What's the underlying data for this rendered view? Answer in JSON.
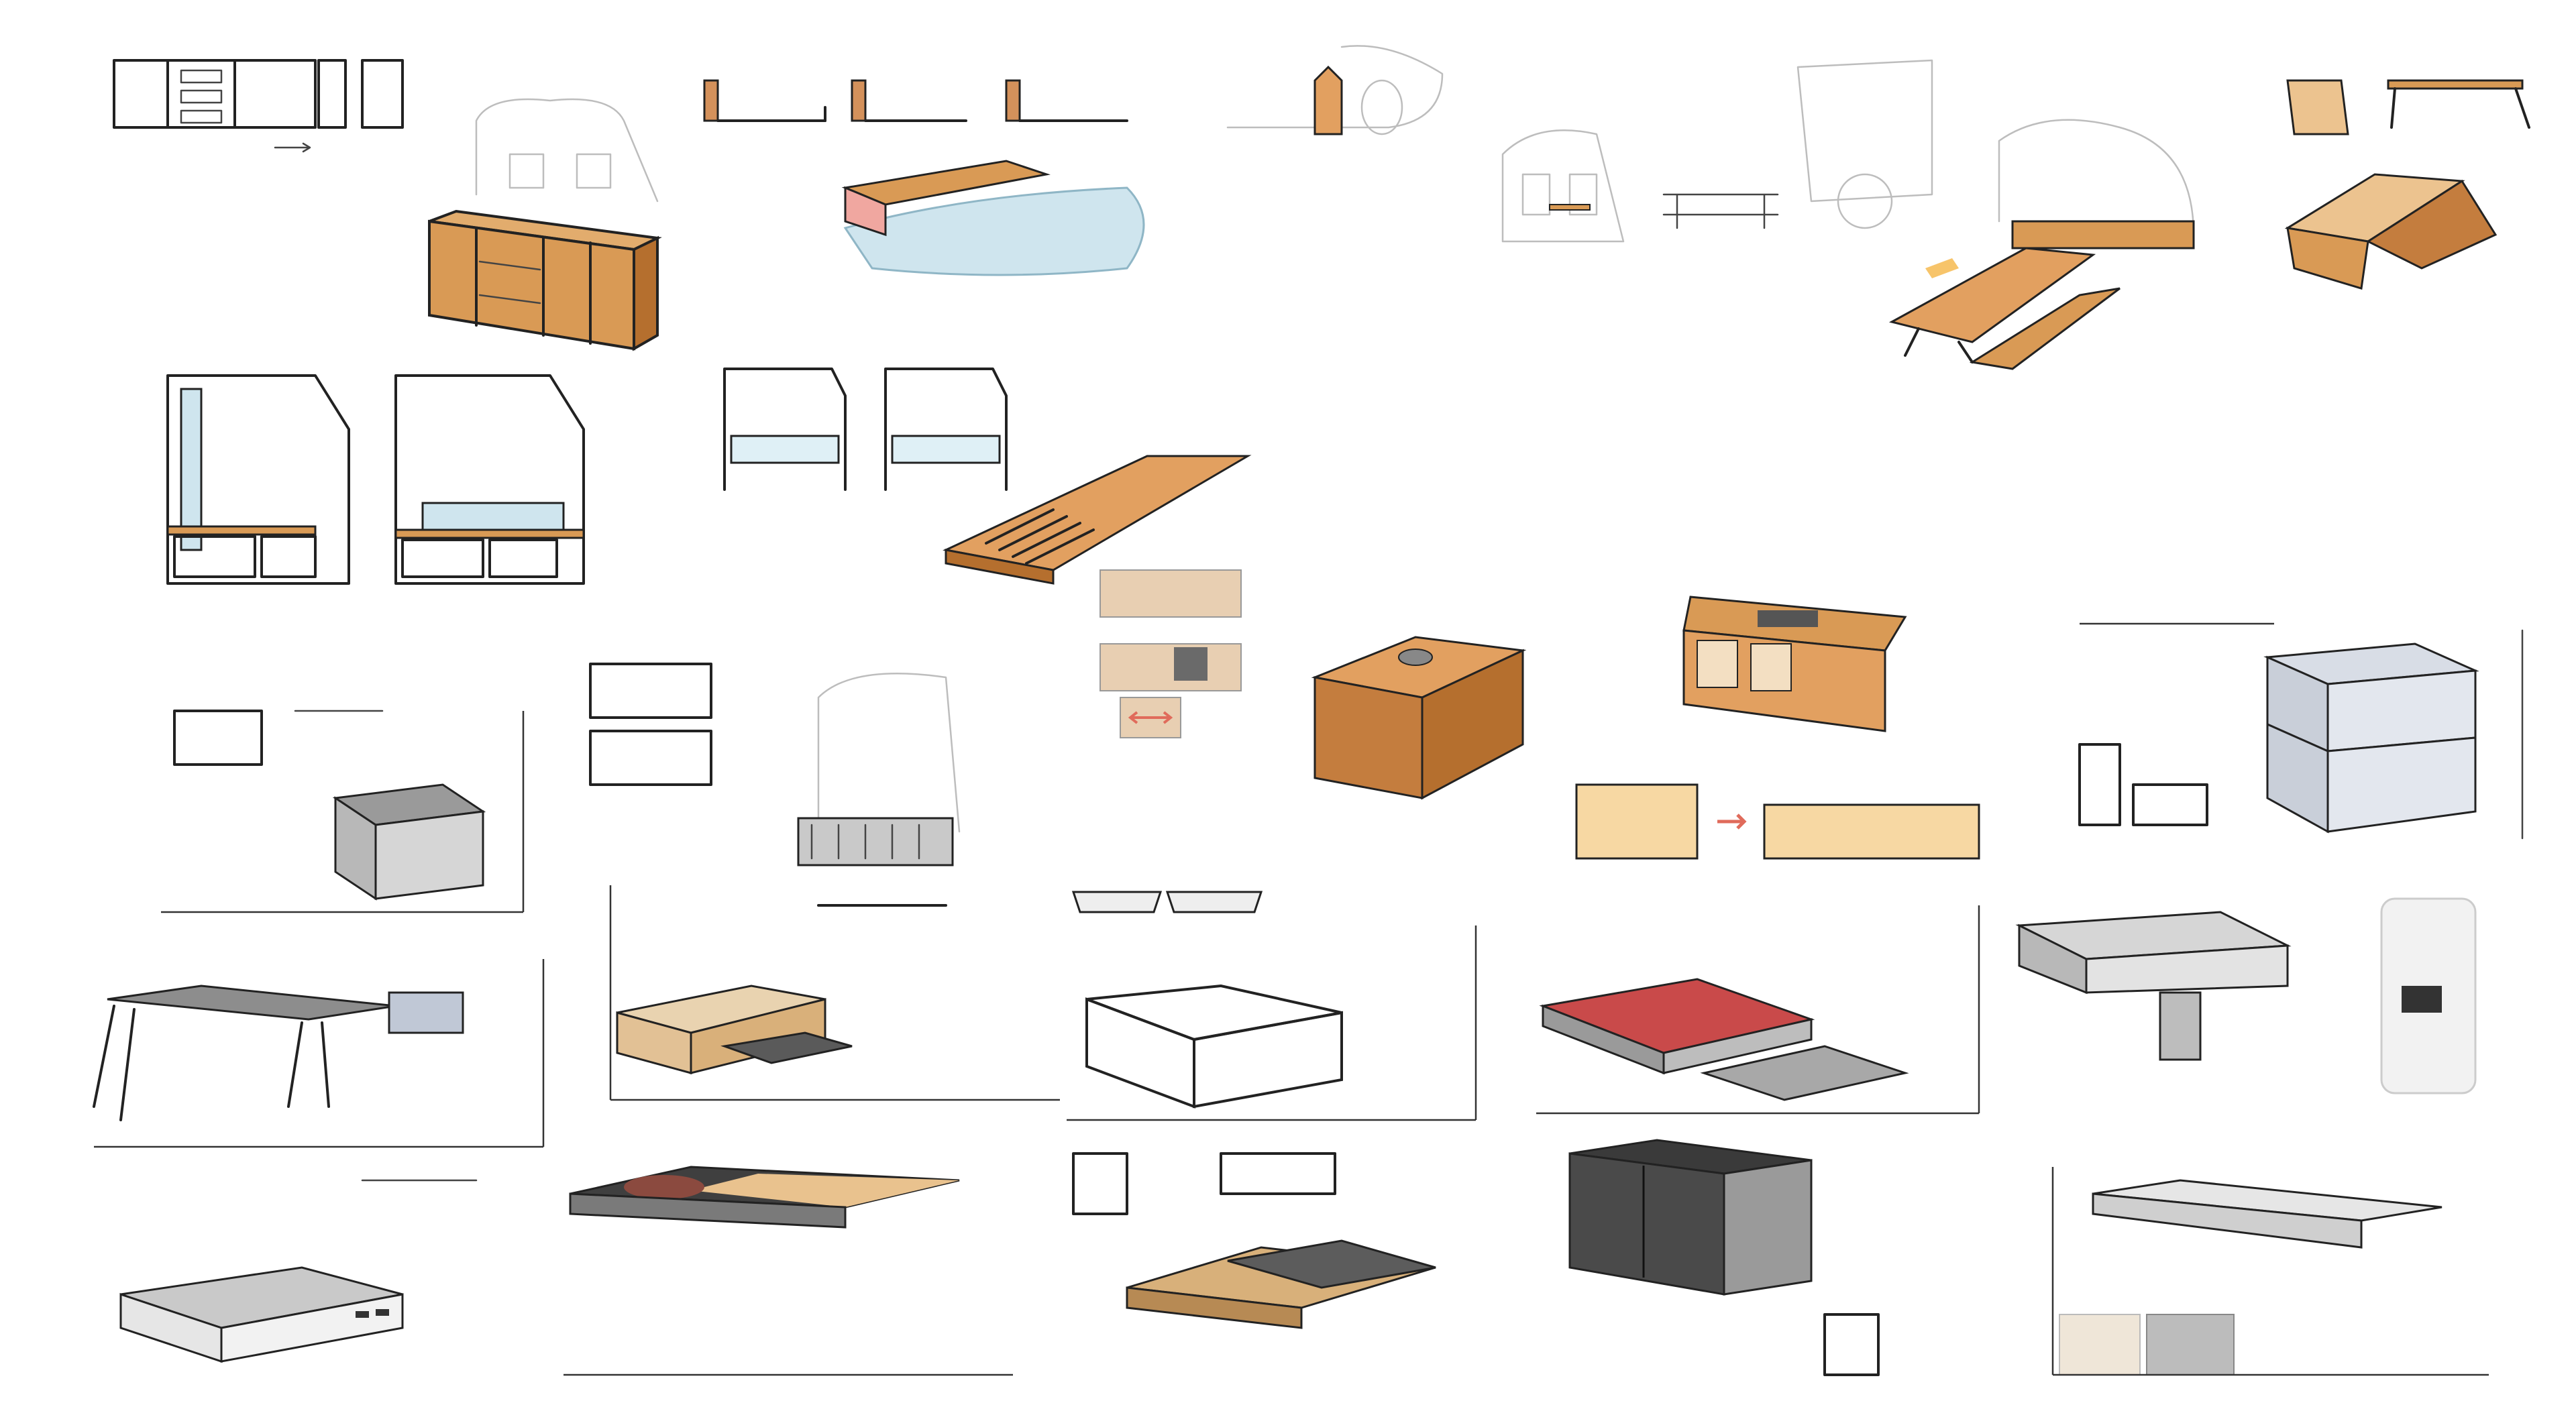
{
  "board": {
    "background": "#ffffff",
    "colors": {
      "line": "#222222",
      "ghost": "#bdbdbd",
      "wood": "#d99a55",
      "wood_dark": "#b56f2e",
      "wood_light": "#ecc38f",
      "plywood": "#e9d3b0",
      "mattress": "#cfe5ee",
      "metal": "#c9c9c9",
      "metal_dark": "#7a7a7a",
      "accent_red": "#c94a4a",
      "accent_blue": "#3d63b5",
      "arrow_pink": "#f1a899",
      "dark_cabinet": "#4a4a4a"
    },
    "sketches": [
      "cabinet-elevation-sketch",
      "van-sideboard-sketch",
      "bed-board-sketch",
      "van-rear-table-sketch",
      "picnic-table-sketch",
      "folding-table-sketch",
      "van-cross-section-sketch",
      "slatted-board-sketch",
      "sink-cooktop-sketch",
      "kitchen-island-sketch",
      "drawer-module-sketch",
      "storage-box-sketch",
      "slide-out-kitchen-sketch",
      "tray-drawer-sketch",
      "dark-cabinet-sketch",
      "material-swatches-sketch"
    ]
  }
}
